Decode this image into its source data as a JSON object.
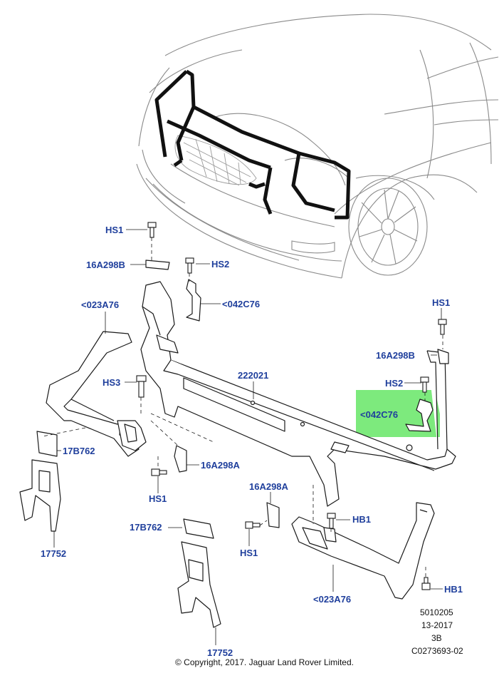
{
  "diagram": {
    "highlight_color": "#7dea7d",
    "callout_color": "#1f3f9c",
    "labels": {
      "hs1_top": "HS1",
      "p16a298b_left": "16A298B",
      "hs2_top": "HS2",
      "p042c76_left": "<042C76",
      "p023a76_left": "<023A76",
      "hs1_right": "HS1",
      "p16a298b_right": "16A298B",
      "hs3": "HS3",
      "p222021": "222021",
      "hs2_right": "HS2",
      "p042c76_highlight": "<042C76",
      "p17b762_left": "17B762",
      "p16a298a_mid": "16A298A",
      "hs1_mid": "HS1",
      "p16a298a_low": "16A298A",
      "hb1_top": "HB1",
      "p17752_left": "17752",
      "p17b762_low": "17B762",
      "hs1_low": "HS1",
      "hb1_right": "HB1",
      "p023a76_low": "<023A76",
      "p17752_low": "17752"
    },
    "meta": {
      "code1": "5010205",
      "date": "13-2017",
      "sheet": "3B",
      "ref": "C0273693-02",
      "copyright": "© Copyright, 2017. Jaguar Land Rover Limited."
    }
  }
}
